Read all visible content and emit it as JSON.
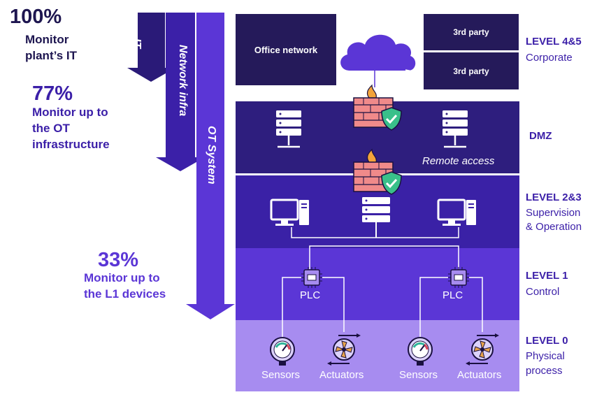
{
  "stats": [
    {
      "pct": "100%",
      "line1": "Monitor",
      "line2": "plant’s IT"
    },
    {
      "pct": "77%",
      "line1": "Monitor up to",
      "line2": "the OT",
      "line3": "infrastructure"
    },
    {
      "pct": "33%",
      "line1": "Monitor up to",
      "line2": "the L1 devices"
    }
  ],
  "arrows": {
    "it": "IT",
    "network": "Network infra",
    "ot": "OT System"
  },
  "corporate": {
    "office": "Office network",
    "third_party_1": "3rd party",
    "third_party_2": "3rd party"
  },
  "dmz": {
    "remote_access": "Remote access"
  },
  "level1": {
    "plc_left": "PLC",
    "plc_right": "PLC"
  },
  "level0": {
    "sensors_left": "Sensors",
    "actuators_left": "Actuators",
    "sensors_right": "Sensors",
    "actuators_right": "Actuators"
  },
  "levels": [
    {
      "title": "LEVEL 4&5",
      "sub": "Corporate"
    },
    {
      "title": "DMZ"
    },
    {
      "title": "LEVEL 2&3",
      "sub1": "Supervision",
      "sub2": "& Operation"
    },
    {
      "title": "LEVEL 1",
      "sub": "Control"
    },
    {
      "title": "LEVEL 0",
      "sub1": "Physical",
      "sub2": "process"
    }
  ],
  "colors": {
    "corporate": "#251a5a",
    "dmz": "#2e1e7e",
    "l23": "#3a21a6",
    "l1": "#5b36d6",
    "l0": "#a78cf0",
    "arrow_it": "#2a1a78",
    "arrow_net": "#3b20a8",
    "arrow_ot": "#5b36d6"
  },
  "icons": [
    "server-icon",
    "firewall-icon",
    "shield-check-icon",
    "cloud-icon",
    "computer-icon",
    "plc-chip-icon",
    "gauge-icon",
    "fan-actuator-icon"
  ]
}
